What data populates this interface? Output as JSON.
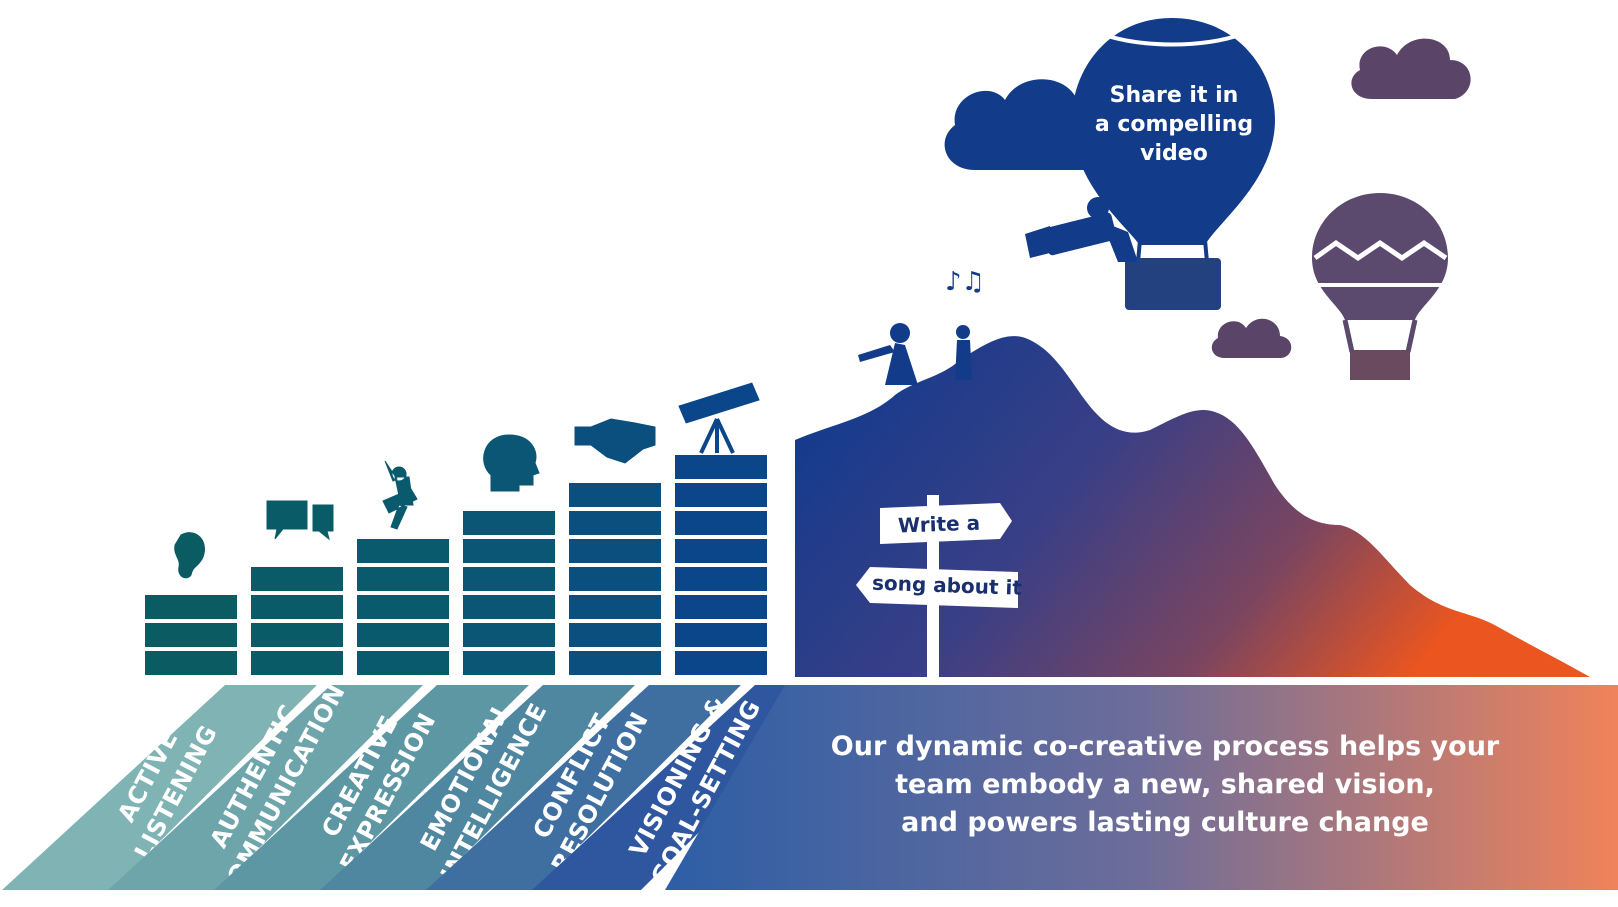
{
  "skills": [
    {
      "line1": "ACTIVE",
      "line2": "LISTENING",
      "icon": "ear-icon",
      "rows": 3,
      "color": "#0a5b62",
      "band_color": "#80b3b3"
    },
    {
      "line1": "AUTHENTIC",
      "line2": "COMMUNICATION",
      "icon": "speech-bubbles-icon",
      "rows": 4,
      "color": "#0a5b68",
      "band_color": "#6ea5ab"
    },
    {
      "line1": "CREATIVE",
      "line2": "EXPRESSION",
      "icon": "guitar-player-icon",
      "rows": 5,
      "color": "#0a5a6e",
      "band_color": "#5e97a4"
    },
    {
      "line1": "EMOTIONAL",
      "line2": "INTELLIGENCE",
      "icon": "head-heart-icon",
      "rows": 6,
      "color": "#0a5674",
      "band_color": "#4f86a0"
    },
    {
      "line1": "CONFLICT",
      "line2": "RESOLUTION",
      "icon": "handshake-icon",
      "rows": 7,
      "color": "#0a4f7e",
      "band_color": "#3f6fa0"
    },
    {
      "line1": "VISIONING &",
      "line2": "GOAL-SETTING",
      "icon": "telescope-icon",
      "rows": 8,
      "color": "#0b468a",
      "band_color": "#2f57a0"
    }
  ],
  "tagline": {
    "line1": "Our dynamic co-creative process helps your",
    "line2": "team embody a new, shared vision,",
    "line3": "and powers lasting culture change"
  },
  "balloon": {
    "line1": "Share it in",
    "line2": "a compelling",
    "line3": "video"
  },
  "signpost": {
    "top": "Write a",
    "bottom": "song about it"
  },
  "colors": {
    "navy": "#123c8a",
    "plum": "#5b4a6e",
    "orange": "#e6572a",
    "teal": "#0a5b62"
  }
}
